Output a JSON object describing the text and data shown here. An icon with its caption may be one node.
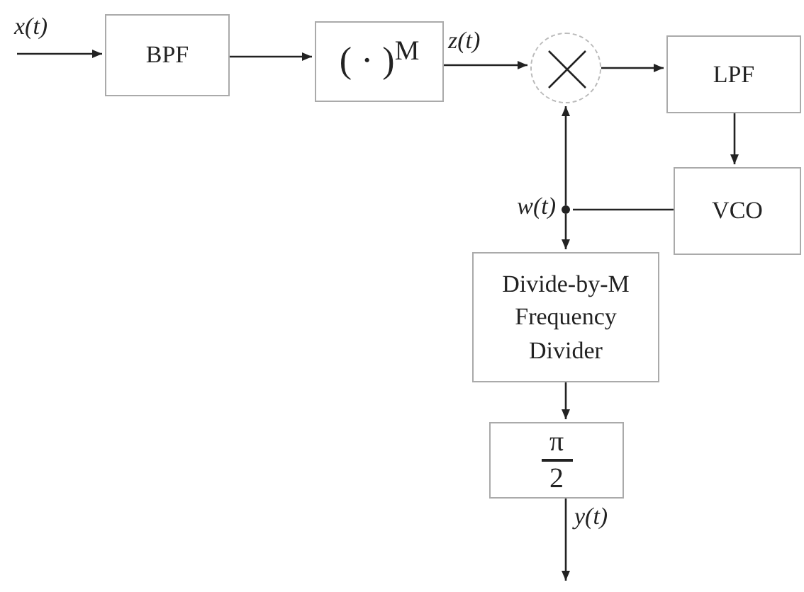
{
  "diagram": {
    "nodes": [
      {
        "text": [
          "BPF"
        ]
      },
      {
        "text": [
          "( · )$^{M}$"
        ]
      },
      {
        "text": [],
        "shape": "circle"
      },
      {
        "text": [
          "LPF"
        ]
      },
      {
        "text": [
          "VCO"
        ]
      },
      {
        "text": [],
        "shape": "dot",
        "beside": [
          "w(t)"
        ]
      },
      {
        "text": [
          "Divide-by-M Frequency Divider"
        ]
      },
      {
        "text": [
          "π",
          "2"
        ]
      }
    ],
    "edges": [
      {
        "from": null,
        "to": 0,
        "arrow": "to",
        "label": "x(t)"
      },
      {
        "from": 0,
        "to": 1,
        "arrow": "to"
      },
      {
        "from": 1,
        "to": 2,
        "arrow": "to",
        "label": "z(t)"
      },
      {
        "from": 2,
        "to": 3,
        "arrow": "to"
      },
      {
        "from": 3,
        "to": 4,
        "arrow": "to"
      },
      {
        "from": 4,
        "to": 5,
        "arrow": "none"
      },
      {
        "from": 5,
        "to": 2,
        "arrow": "to"
      },
      {
        "from": 5,
        "to": 6,
        "arrow": "to"
      },
      {
        "from": 6,
        "to": 7,
        "arrow": "to"
      },
      {
        "from": 7,
        "to": null,
        "arrow": "to",
        "label": "y(t)"
      }
    ]
  }
}
